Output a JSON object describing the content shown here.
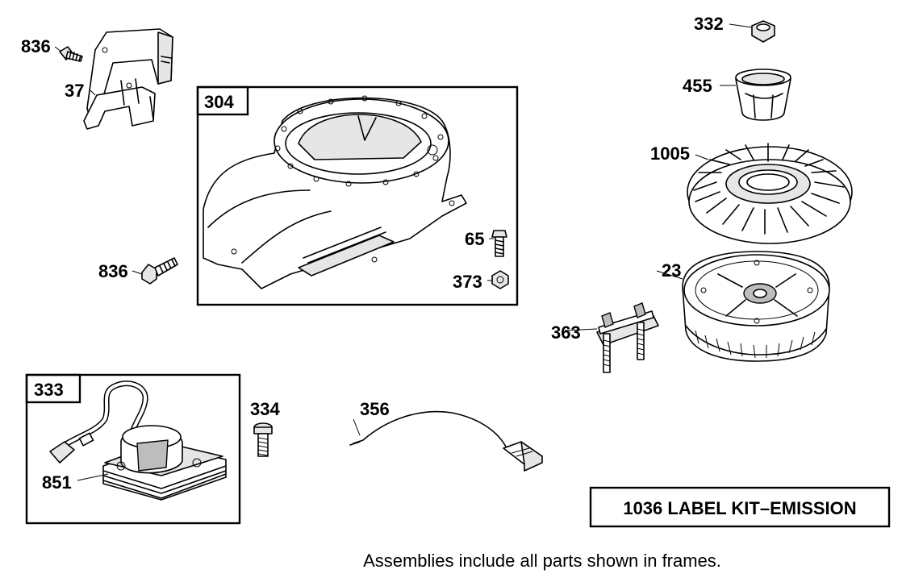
{
  "callouts": {
    "c836_top": "836",
    "c37": "37",
    "c836_mid": "836",
    "c65": "65",
    "c373": "373",
    "c332": "332",
    "c455": "455",
    "c1005": "1005",
    "c23": "23",
    "c363": "363",
    "c334": "334",
    "c356": "356",
    "c851": "851"
  },
  "frames": {
    "f304": "304",
    "f333": "333"
  },
  "label_kit": "1036 LABEL KIT–EMISSION",
  "footnote": "Assemblies include all parts shown in frames."
}
